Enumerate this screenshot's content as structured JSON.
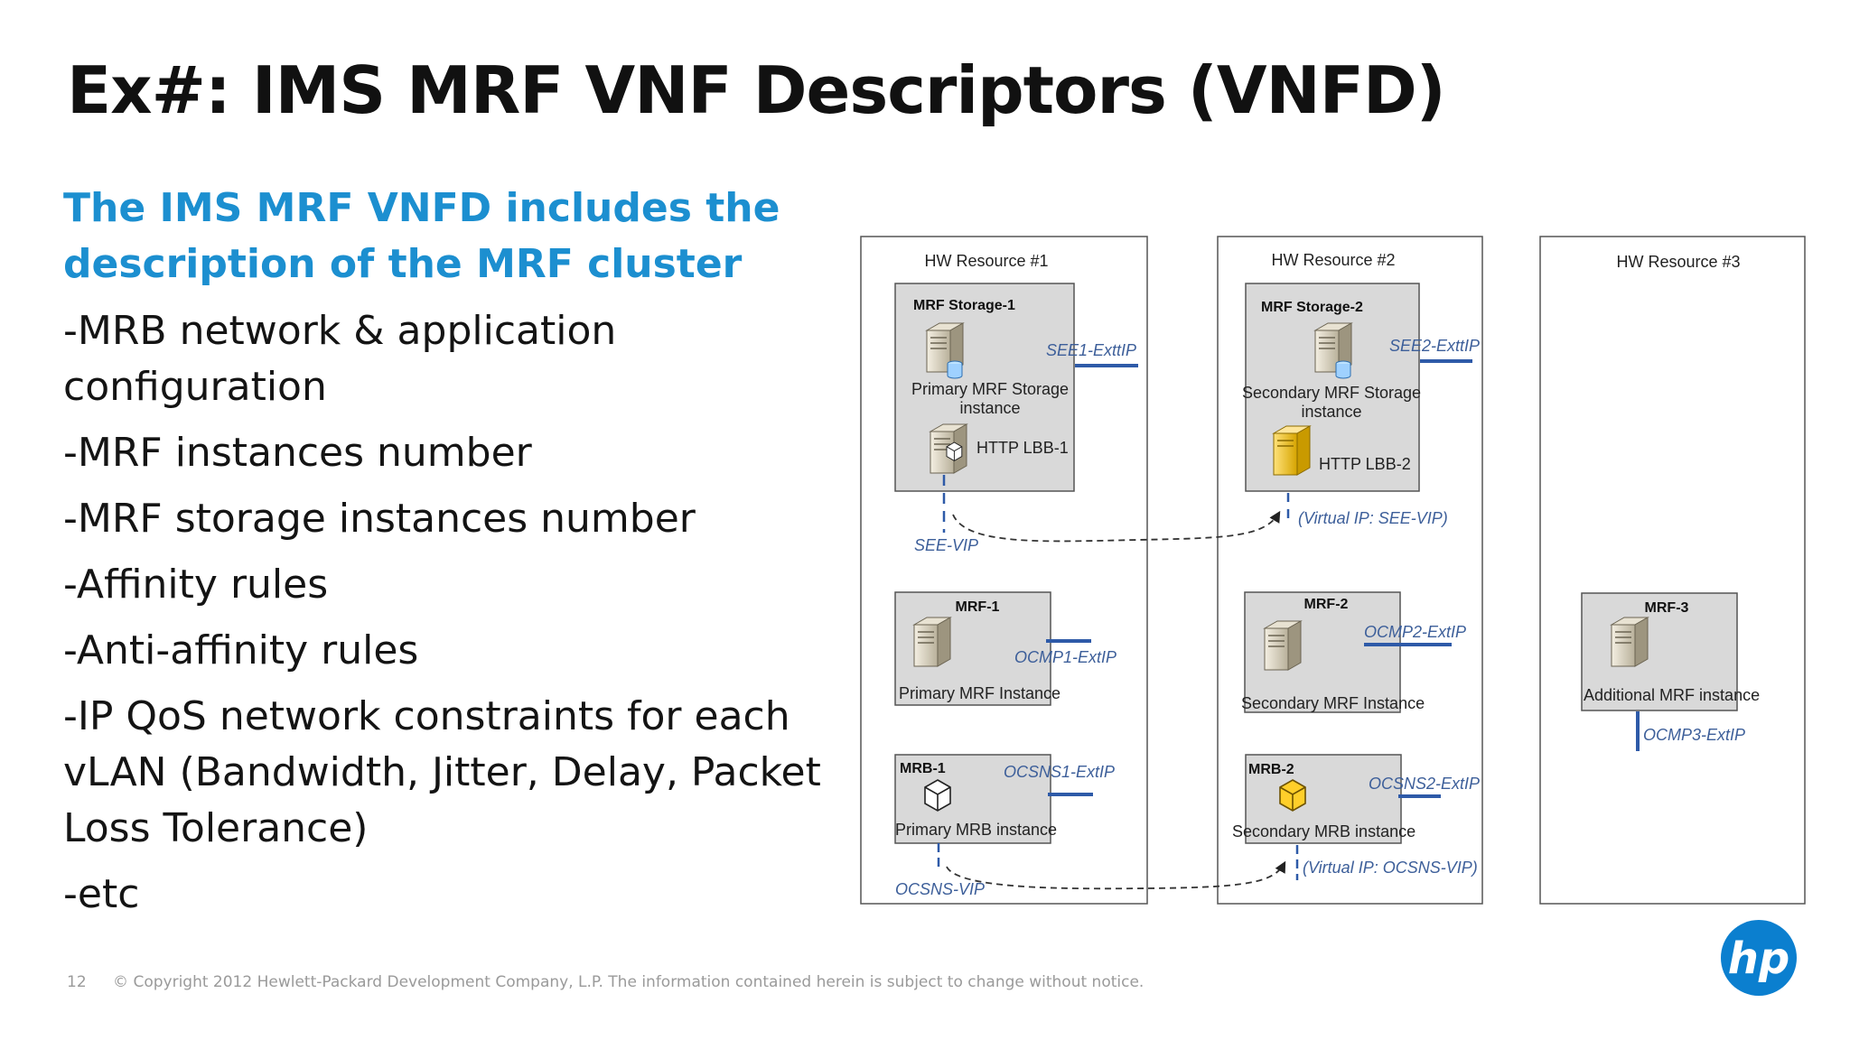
{
  "title": "Ex#: IMS MRF VNF Descriptors (VNFD)",
  "intro_lines": [
    "The IMS MRF VNFD includes the",
    "description of the MRF cluster"
  ],
  "bullets": [
    "-MRB network & application configuration",
    "-MRF instances number",
    "-MRF storage instances number",
    "-Affinity rules",
    "-Anti-affinity rules",
    "-IP QoS network constraints for each vLAN (Bandwidth, Jitter, Delay, Packet Loss Tolerance)",
    "-etc"
  ],
  "diagram": {
    "hw_resources": [
      "HW Resource #1",
      "HW Resource #2",
      "HW Resource #3"
    ],
    "storage1": {
      "title": "MRF Storage-1",
      "line1": "Primary MRF Storage",
      "line2": "instance",
      "lbb": "HTTP LBB-1",
      "ext": "SEE1-ExttIP"
    },
    "storage2": {
      "title": "MRF Storage-2",
      "line1": "Secondary MRF Storage",
      "line2": "instance",
      "lbb": "HTTP LBB-2",
      "ext": "SEE2-ExttIP"
    },
    "see_vip": "SEE-VIP",
    "see_virtual": "(Virtual IP: SEE-VIP)",
    "mrf1": {
      "title": "MRF-1",
      "label": "Primary MRF Instance",
      "ext": "OCMP1-ExtIP"
    },
    "mrf2": {
      "title": "MRF-2",
      "label": "Secondary MRF Instance",
      "ext": "OCMP2-ExtIP"
    },
    "mrf3": {
      "title": "MRF-3",
      "label": "Additional MRF instance",
      "ext": "OCMP3-ExtIP"
    },
    "mrb1": {
      "title": "MRB-1",
      "label": "Primary MRB instance",
      "ext": "OCSNS1-ExtIP"
    },
    "mrb2": {
      "title": "MRB-2",
      "label": "Secondary MRB instance",
      "ext": "OCSNS2-ExtIP"
    },
    "ocsns_vip": "OCSNS-VIP",
    "ocsns_virtual": "(Virtual IP: OCSNS-VIP)"
  },
  "footer": {
    "page_number": "12",
    "copyright": "© Copyright 2012 Hewlett-Packard Development Company, L.P.  The information contained herein is subject to change without notice."
  },
  "logo": {
    "text": "hp",
    "color": "#0b7fcf"
  }
}
